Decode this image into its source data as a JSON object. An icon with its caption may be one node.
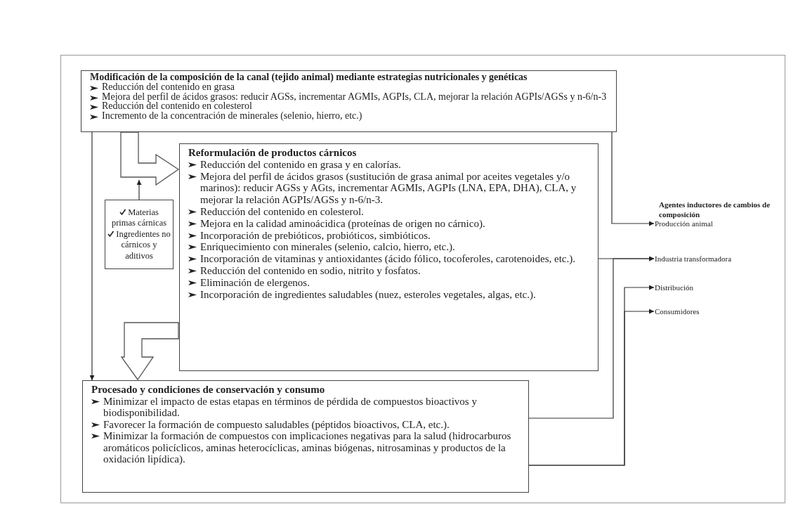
{
  "diagram": {
    "nodes": [
      {
        "text": [
          "Modificación de la composición de la canal (tejido animal) mediante estrategias nutricionales y genéticas",
          "Reducción del contenido en grasa",
          "Mejora del perfil de ácidos grasos: reducir AGSs, incrementar AGMIs, AGPIs, CLA, mejorar la relación AGPIs/AGSs y n-6/n-3",
          "Reducción del contenido en colesterol",
          "Incremento de la concentración de minerales (selenio, hierro, etc.)"
        ]
      },
      {
        "text": [
          "Reformulación de productos cárnicos",
          "Reducción del contenido en grasa y en calorías.",
          "Mejora del perfil de ácidos grasos (sustitución de grasa animal por aceites vegetales y/o marinos): reducir AGSs y AGts, incrementar AGMIs, AGPIs (LNA, EPA, DHA), CLA, y mejorar la relación AGPIs/AGSs y n-6/n-3.",
          "Reducción del contenido en colesterol.",
          "Mejora en la calidad aminoácidica (proteínas de origen no cárnico).",
          "Incorporación de prebióticos, probióticos, simbióticos.",
          "Enriquecimiento con minerales (selenio, calcio, hierro, etc.).",
          "Incorporación de vitaminas y antioxidantes (ácido fólico, tocoferoles, carotenoides, etc.).",
          "Reducción del contenido en sodio, nitrito y fosfatos.",
          "Eliminación de elergenos.",
          "Incorporación de ingredientes saludables (nuez, esteroles vegetales, algas, etc.)."
        ]
      },
      {
        "text": [
          "Materias primas cárnicas",
          "Ingredientes no cárnicos y aditivos"
        ]
      },
      {
        "text": [
          "Procesado y condiciones de conservación y consumo",
          "Minimizar el impacto de estas etapas en términos de pérdida de compuestos bioactivos y biodisponibilidad.",
          "Favorecer la formación de compuesto saludables (péptidos bioactivos, CLA, etc.).",
          "Minimizar la formación de compuestos con implicaciones negativas para la salud (hidrocarburos aromáticos policíclicos, aminas heterocíclicas, aminas biógenas, nitrosaminas y productos de la oxidación lipídica)."
        ]
      },
      {
        "text": [
          "Producción animal"
        ]
      },
      {
        "text": [
          "Industria transformadora"
        ]
      },
      {
        "text": [
          "Distribución"
        ]
      },
      {
        "text": [
          "Consumidores"
        ]
      }
    ],
    "edges": [
      {
        "from": 0,
        "to": 1,
        "arrow": "to",
        "style": "thick"
      },
      {
        "from": 2,
        "to": null,
        "arrow": "to"
      },
      {
        "from": 1,
        "to": 3,
        "arrow": "to",
        "style": "thick"
      },
      {
        "from": 0,
        "to": 3,
        "arrow": "to"
      },
      {
        "from": 0,
        "to": 4,
        "arrow": "to"
      },
      {
        "from": 1,
        "to": 5,
        "arrow": "to"
      },
      {
        "from": 3,
        "to": 5,
        "arrow": "to"
      },
      {
        "from": 3,
        "to": 6,
        "arrow": "to"
      },
      {
        "from": 3,
        "to": 7,
        "arrow": "to"
      }
    ],
    "labels": [
      "Agentes inductores de cambios de composición"
    ]
  }
}
